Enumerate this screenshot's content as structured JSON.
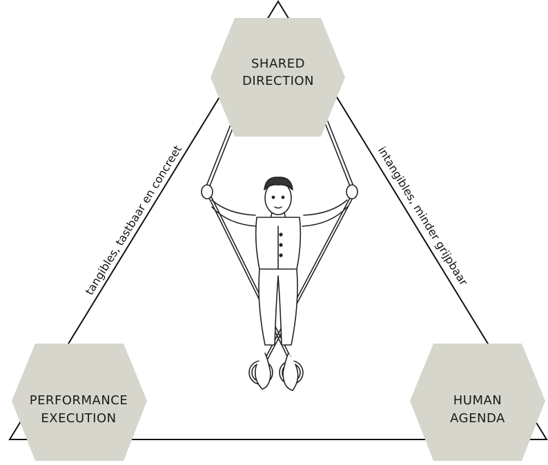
{
  "nodes": {
    "top": {
      "line1": "SHARED",
      "line2": "DIRECTION"
    },
    "bottom_left": {
      "line1": "PERFORMANCE",
      "line2": "EXECUTION"
    },
    "bottom_right": {
      "line1": "HUMAN",
      "line2": "AGENDA"
    }
  },
  "edges": {
    "left": "tangibles, tastbaar en concreet",
    "right": "intangibles, minder grijpbaar"
  },
  "colors": {
    "hexagon_fill": "#d6d6cc",
    "line": "#111111",
    "background": "#ffffff"
  },
  "illustration": "gymnast-on-rings-illustration"
}
